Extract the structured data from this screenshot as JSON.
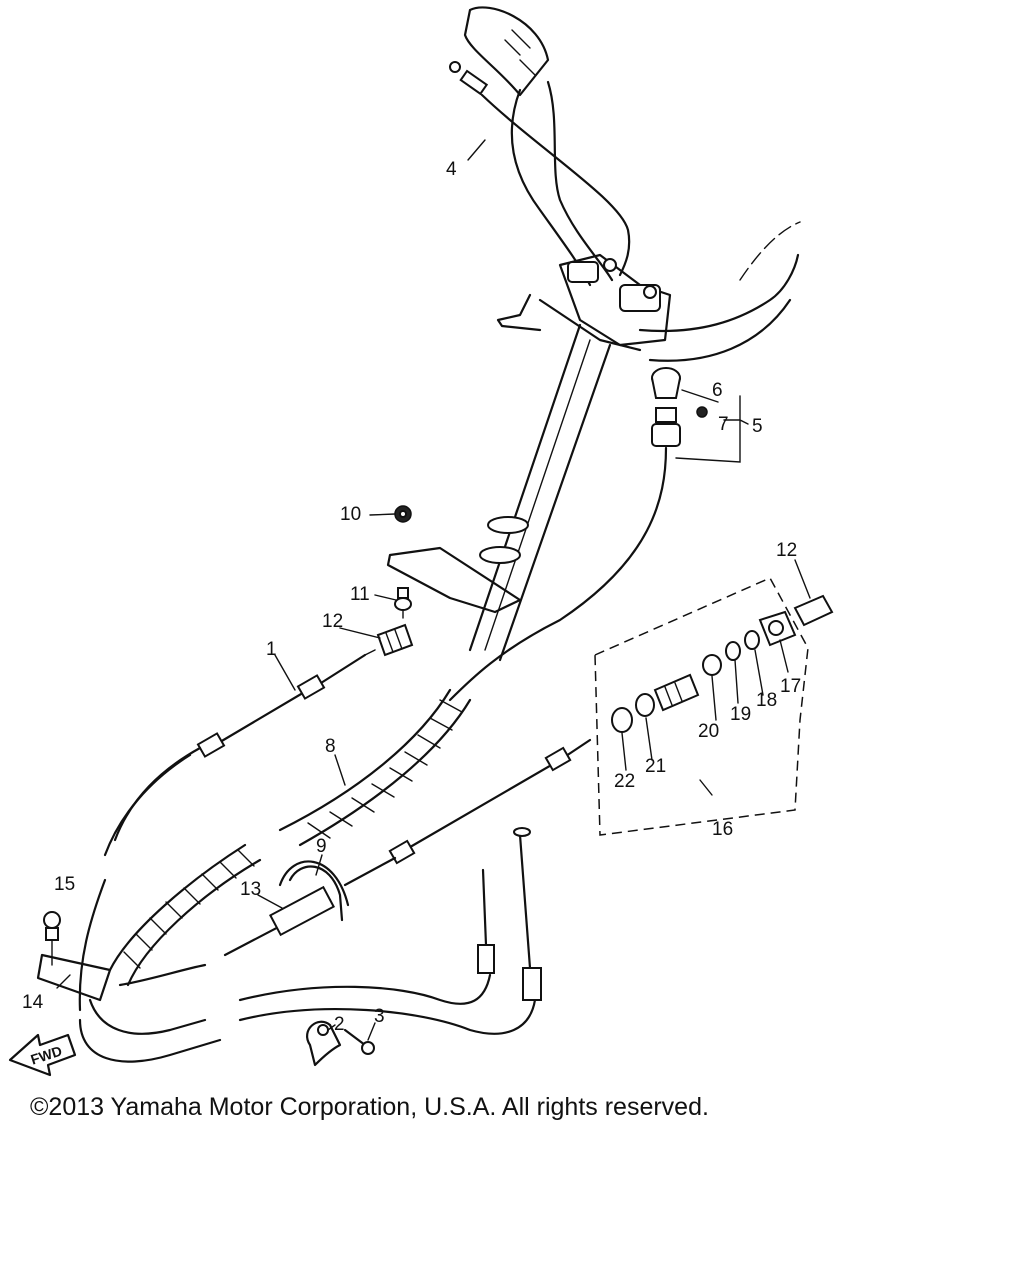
{
  "callouts": [
    {
      "id": "1",
      "label": "1"
    },
    {
      "id": "2",
      "label": "2"
    },
    {
      "id": "3",
      "label": "3"
    },
    {
      "id": "4",
      "label": "4"
    },
    {
      "id": "5",
      "label": "5"
    },
    {
      "id": "6",
      "label": "6"
    },
    {
      "id": "7",
      "label": "7"
    },
    {
      "id": "8",
      "label": "8"
    },
    {
      "id": "9",
      "label": "9"
    },
    {
      "id": "10",
      "label": "10"
    },
    {
      "id": "11",
      "label": "11"
    },
    {
      "id": "12a",
      "label": "12"
    },
    {
      "id": "12b",
      "label": "12"
    },
    {
      "id": "13",
      "label": "13"
    },
    {
      "id": "14",
      "label": "14"
    },
    {
      "id": "15",
      "label": "15"
    },
    {
      "id": "16",
      "label": "16"
    },
    {
      "id": "17",
      "label": "17"
    },
    {
      "id": "18",
      "label": "18"
    },
    {
      "id": "19",
      "label": "19"
    },
    {
      "id": "20",
      "label": "20"
    },
    {
      "id": "21",
      "label": "21"
    },
    {
      "id": "22",
      "label": "22"
    }
  ],
  "direction_label": "FWD",
  "copyright": "©2013 Yamaha Motor Corporation, U.S.A. All rights reserved."
}
